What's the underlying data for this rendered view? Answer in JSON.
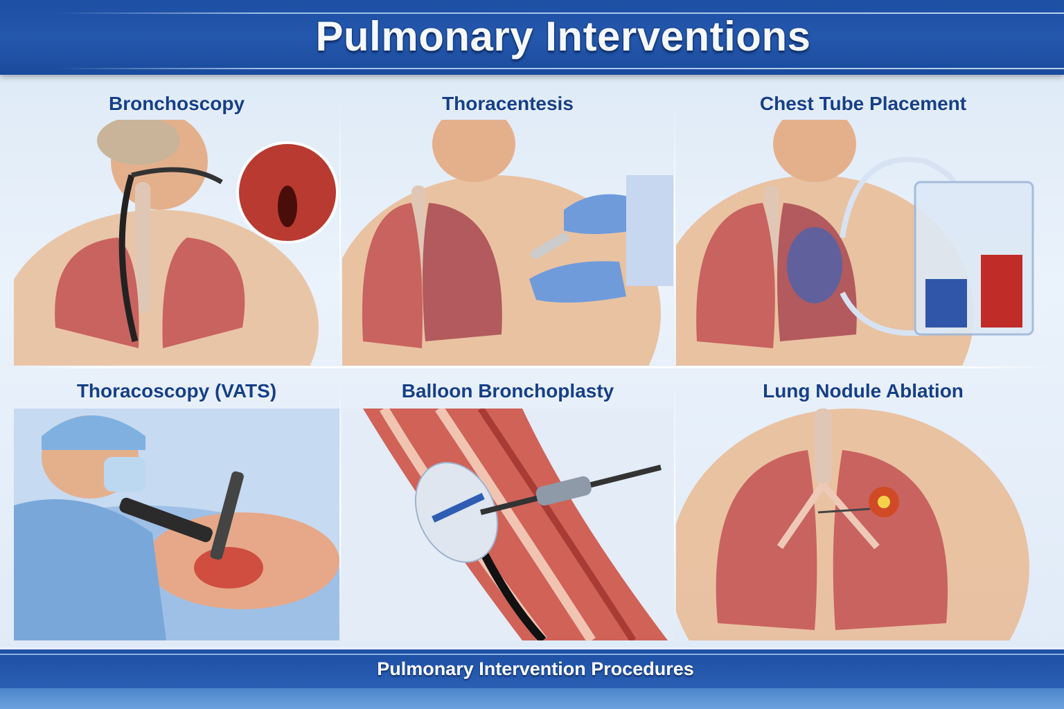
{
  "header": {
    "title": "Pulmonary Interventions"
  },
  "panels": [
    {
      "title": "Bronchoscopy"
    },
    {
      "title": "Thoracentesis"
    },
    {
      "title": "Chest Tube Placement"
    },
    {
      "title": "Thoracoscopy (VATS)"
    },
    {
      "title": "Balloon Bronchoplasty"
    },
    {
      "title": "Lung Nodule Ablation"
    }
  ],
  "footer": {
    "caption": "Pulmonary Intervention Procedures"
  },
  "colors": {
    "brand_blue": "#1d4fa3",
    "title_blue": "#163f88",
    "lung": "#c9635f",
    "skin": "#e8b894"
  }
}
